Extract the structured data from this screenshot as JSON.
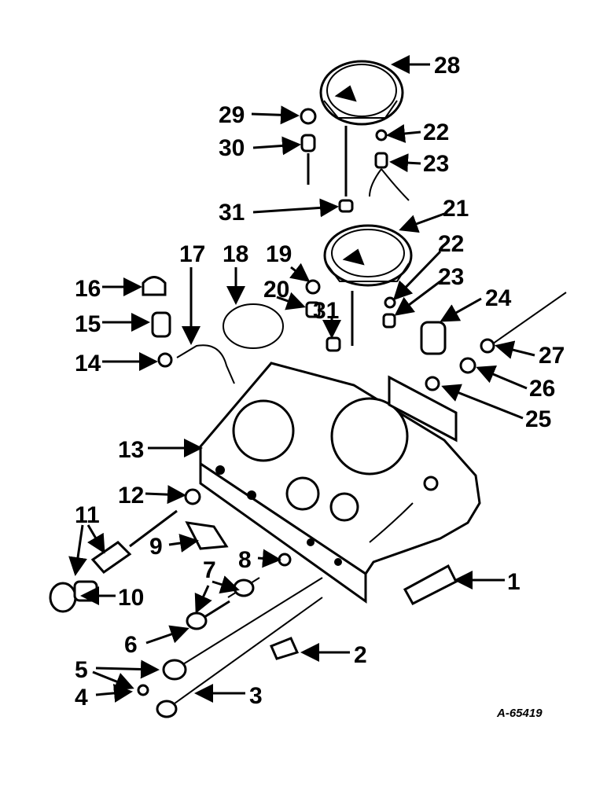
{
  "diagram": {
    "reference_code": "A-65419",
    "callouts": [
      "1",
      "2",
      "3",
      "4",
      "5",
      "6",
      "7",
      "8",
      "9",
      "10",
      "11",
      "12",
      "13",
      "14",
      "15",
      "16",
      "17",
      "18",
      "19",
      "20",
      "21",
      "22",
      "22",
      "23",
      "23",
      "24",
      "25",
      "26",
      "27",
      "28",
      "29",
      "30",
      "31",
      "31"
    ]
  }
}
